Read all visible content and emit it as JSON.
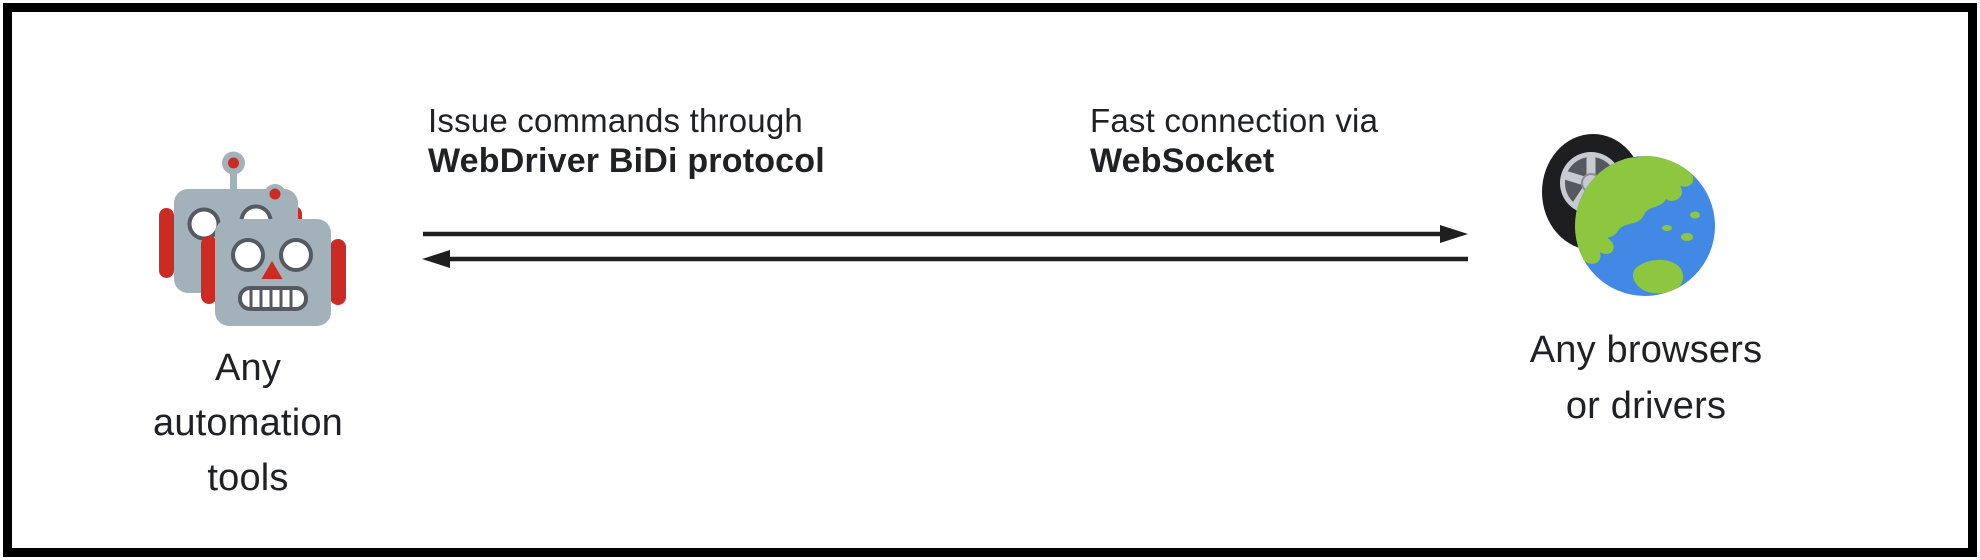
{
  "nodes": {
    "left": {
      "lines": [
        "Any",
        "automation",
        "tools"
      ],
      "icon": "robots-icon"
    },
    "right": {
      "lines": [
        "Any browsers",
        "or drivers"
      ],
      "icon": "globe-tire-icon"
    }
  },
  "connections": {
    "command": {
      "normal": "Issue commands through",
      "bold": "WebDriver BiDi protocol",
      "direction": "left-to-right"
    },
    "socket": {
      "normal": "Fast connection via",
      "bold": "WebSocket",
      "direction": "right-to-left"
    }
  },
  "colors": {
    "border": "#000000",
    "text": "#202124",
    "arrow": "#1f1f1f",
    "robot_gray": "#a2b1ba",
    "robot_red": "#cc2b24",
    "robot_eye_outline": "#545a60",
    "globe_blue": "#4189e4",
    "globe_green": "#8dc63f",
    "tire_black": "#1e1e20",
    "rim_silver": "#c7cbd1"
  }
}
